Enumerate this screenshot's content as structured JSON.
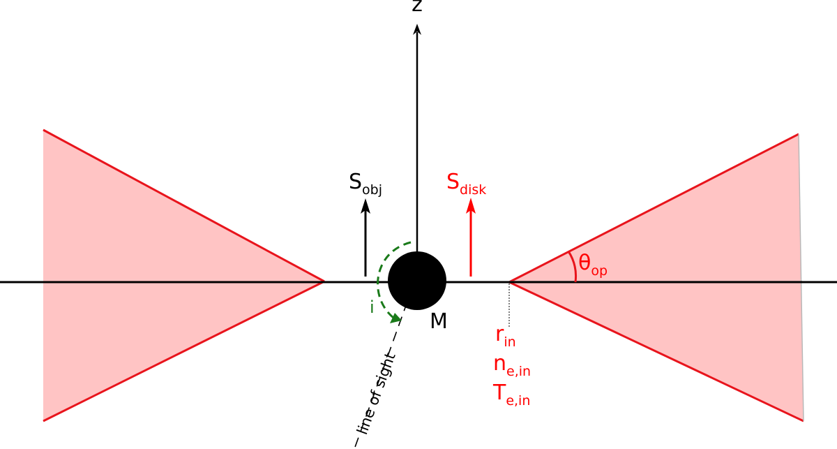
{
  "axes": {
    "z_label": "z"
  },
  "labels": {
    "s_obj": {
      "main": "S",
      "sub": "obj"
    },
    "s_disk": {
      "main": "S",
      "sub": "disk"
    },
    "theta_op": {
      "main": "θ",
      "sub": "op"
    },
    "mass": "M",
    "inclination": "i",
    "line_of_sight": "line of sight",
    "r_in": {
      "main": "r",
      "sub": "in"
    },
    "n_e_in": {
      "main": "n",
      "sub": "e,in"
    },
    "t_e_in": {
      "main": "T",
      "sub": "e,in"
    }
  },
  "colors": {
    "disk_fill": "#ffc4c4",
    "disk_edge": "#e8141c",
    "axis": "#000000",
    "accent_red": "#ff0000",
    "inclination_arc": "#1a7a1a",
    "black_hole": "#000000"
  }
}
